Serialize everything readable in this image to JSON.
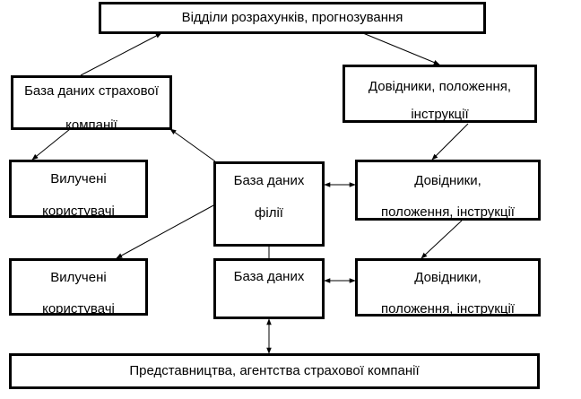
{
  "nodes": {
    "calc_dept": {
      "line1": "Відділи розрахунків, прогнозування"
    },
    "company_db": {
      "line1": "База даних страхової",
      "line2": "компанії"
    },
    "refs_1": {
      "line1": "Довідники, положення,",
      "line2": "інструкції"
    },
    "removed_users_1": {
      "line1": "Вилучені",
      "line2": "користувачі"
    },
    "branch_db": {
      "line1": "База даних",
      "line2": "філії"
    },
    "refs_2": {
      "line1": "Довідники,",
      "line2": "положення, інструкції"
    },
    "removed_users_2": {
      "line1": "Вилучені",
      "line2": "користувачі"
    },
    "db": {
      "line1": "База даних"
    },
    "refs_3": {
      "line1": "Довідники,",
      "line2": "положення, інструкції"
    },
    "agencies": {
      "line1": "Представництва, агентства страхової компанії"
    }
  },
  "edges": [
    {
      "from": "company_db",
      "to": "calc_dept",
      "direction": "forward"
    },
    {
      "from": "calc_dept",
      "to": "refs_1",
      "direction": "forward"
    },
    {
      "from": "refs_1",
      "to": "refs_2",
      "direction": "forward"
    },
    {
      "from": "company_db",
      "to": "removed_users_1",
      "direction": "forward"
    },
    {
      "from": "branch_db",
      "to": "company_db",
      "direction": "forward"
    },
    {
      "from": "branch_db",
      "to": "refs_2",
      "direction": "both"
    },
    {
      "from": "branch_db",
      "to": "removed_users_2",
      "direction": "forward"
    },
    {
      "from": "db",
      "to": "branch_db",
      "direction": "forward"
    },
    {
      "from": "refs_2",
      "to": "refs_3",
      "direction": "forward"
    },
    {
      "from": "db",
      "to": "refs_3",
      "direction": "both"
    },
    {
      "from": "db",
      "to": "agencies",
      "direction": "both"
    }
  ]
}
